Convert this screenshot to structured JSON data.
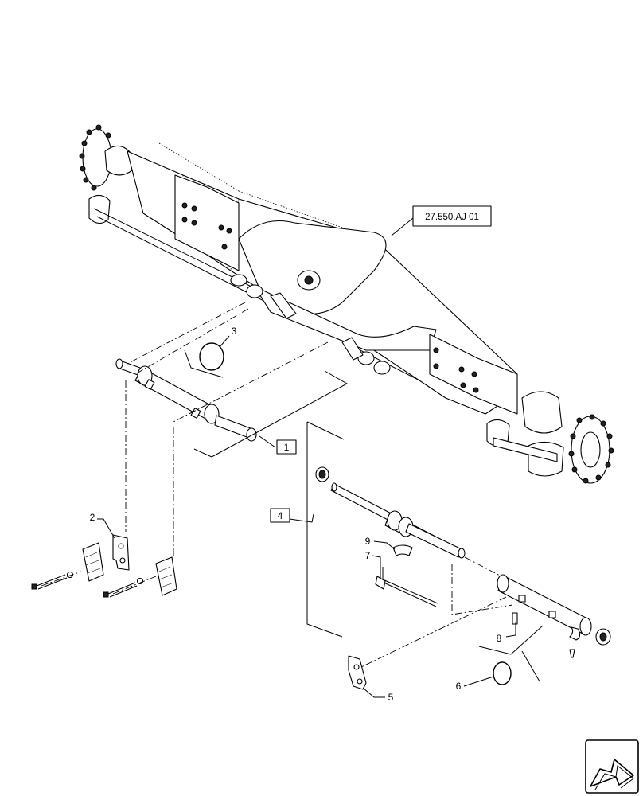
{
  "reference": "27.550.AJ 01",
  "callouts": {
    "c1": "1",
    "c2": "2",
    "c3": "3",
    "c4": "4",
    "c5": "5",
    "c6": "6",
    "c7": "7",
    "c8": "8",
    "c9": "9"
  },
  "icon": "next-page-arrow-icon"
}
